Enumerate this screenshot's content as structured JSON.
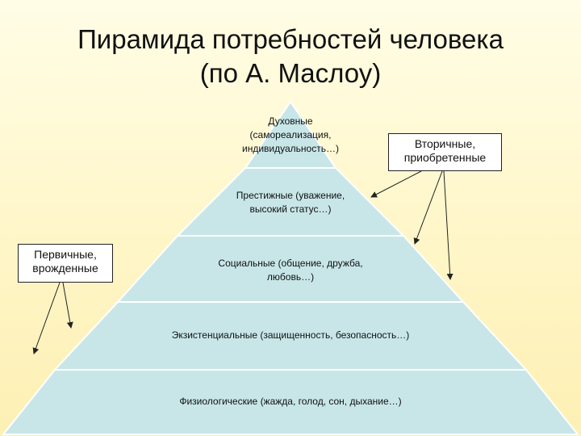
{
  "title": {
    "line1": "Пирамида потребностей человека",
    "line2": "(по А. Маслоу)"
  },
  "levels": [
    {
      "label": "Духовные\n(самореализация,\nиндивидуальность…)"
    },
    {
      "label": "Престижные (уважение,\nвысокий статус…)"
    },
    {
      "label": "Социальные (общение, дружба,\nлюбовь…)"
    },
    {
      "label": "Экзистенциальные (защищенность, безопасность…)"
    },
    {
      "label": "Физиологические (жажда, голод, сон, дыхание…)"
    }
  ],
  "callouts": {
    "secondary": "Вторичные,\nприобретенные",
    "primary": "Первичные,\nврожденные"
  },
  "colors": {
    "pyramid_fill": "#c8e6e8",
    "pyramid_stroke": "#ffffff",
    "arrow": "#222222"
  }
}
